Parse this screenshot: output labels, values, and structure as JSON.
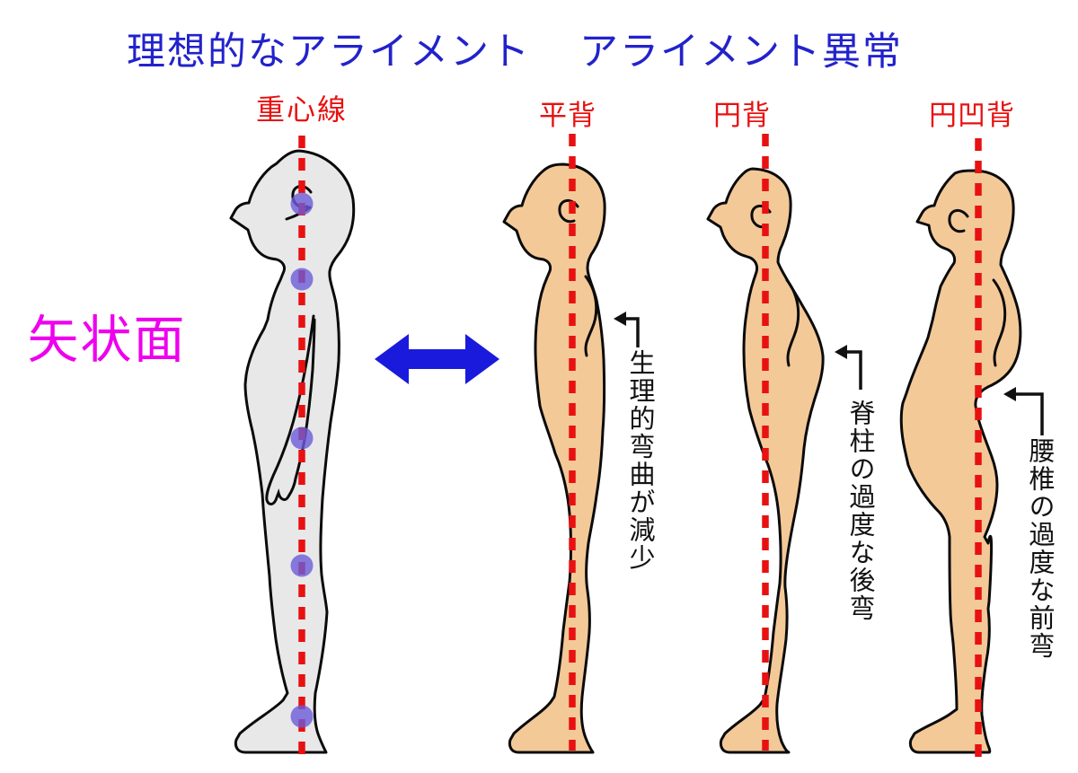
{
  "titles": {
    "ideal": "理想的なアライメント",
    "abnormal": "アライメント異常"
  },
  "labels": {
    "gravity_line": "重心線",
    "sagittal_plane": "矢状面",
    "flat_back": "平背",
    "round_back": "円背",
    "round_hollow_back": "円凹背"
  },
  "annotations": {
    "flat_back_note": "生理的弯曲が減少",
    "round_back_note": "脊柱の過度な後弯",
    "round_hollow_back_note": "腰椎の過度な前弯"
  },
  "icons": {
    "double_arrow": "left-right-arrow"
  },
  "colors": {
    "title_blue": "#2222cc",
    "label_red": "#e81111",
    "line_red": "#e81111",
    "sagittal_magenta": "#ee00ee",
    "note_black": "#111111",
    "ideal_body_gray": "#e8e8e8",
    "abnormal_body_tan": "#f4c998",
    "outline_black": "#0b0b0b",
    "marker_dot_blue": "#6a5bd8",
    "arrow_blue": "#1a1adc"
  }
}
